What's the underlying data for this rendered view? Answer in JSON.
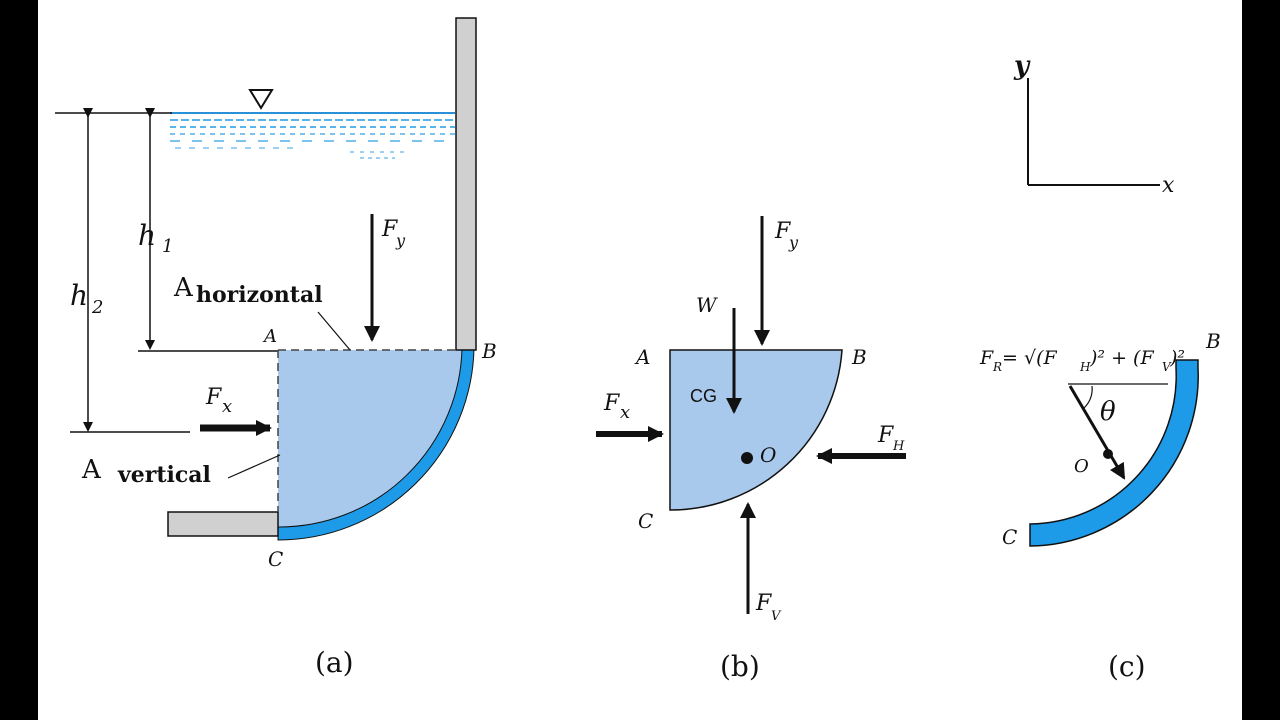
{
  "panel_a": {
    "h1": "h",
    "h1_sub": "1",
    "h2": "h",
    "h2_sub": "2",
    "fy": "F",
    "fy_sub": "y",
    "fx": "F",
    "fx_sub": "x",
    "a_horizontal_big": "A",
    "a_horizontal_small": "horizontal",
    "a_vertical_big": "A",
    "a_vertical_small": "vertical",
    "point_a": "A",
    "point_b": "B",
    "point_c": "C",
    "caption": "(a)"
  },
  "panel_b": {
    "fy": "F",
    "fy_sub": "y",
    "w": "W",
    "point_a": "A",
    "point_b": "B",
    "point_c": "C",
    "cg": "CG",
    "point_o": "O",
    "fx": "F",
    "fx_sub": "x",
    "fh": "F",
    "fh_sub": "H",
    "fv": "F",
    "fv_sub": "V",
    "caption": "(b)"
  },
  "panel_c": {
    "axis_y": "y",
    "axis_x": "x",
    "fr_formula": "F",
    "fr_sub": "R",
    "fr_rest": " = √(F",
    "fr_h": "H",
    "fr_mid": ")² + (F",
    "fr_v": "V",
    "fr_end": ")²",
    "theta": "θ",
    "point_o": "O",
    "point_b": "B",
    "point_c": "C",
    "caption": "(c)"
  },
  "colors": {
    "water": "#a8c8ec",
    "wall_blue": "#1e9be8",
    "wall_gray": "#d0d0d0",
    "surface": "#3aa0e0"
  }
}
